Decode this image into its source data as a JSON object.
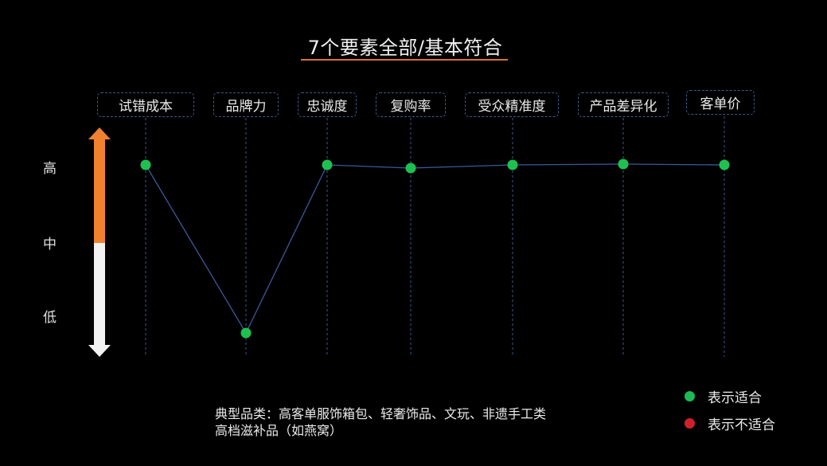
{
  "title": "7个要素全部/基本符合",
  "levels": {
    "high": "高",
    "mid": "中",
    "low": "低"
  },
  "factors": [
    {
      "label": "试错成本",
      "level": "高",
      "fit": true
    },
    {
      "label": "品牌力",
      "level": "低",
      "fit": true
    },
    {
      "label": "忠诚度",
      "level": "高",
      "fit": true
    },
    {
      "label": "复购率",
      "level": "高",
      "fit": true
    },
    {
      "label": "受众精准度",
      "level": "高",
      "fit": true
    },
    {
      "label": "产品差异化",
      "level": "高",
      "fit": true
    },
    {
      "label": "客单价",
      "level": "高",
      "fit": true
    }
  ],
  "footer": {
    "line1": "典型品类：高客单服饰箱包、轻奢饰品、文玩、非遗手工类",
    "line2": "高档滋补品（如燕窝）"
  },
  "legend": {
    "fit": {
      "label": "表示适合",
      "color": "#1db954"
    },
    "unfit": {
      "label": "表示不适合",
      "color": "#d0212b"
    }
  },
  "colors": {
    "accent": "#d9722c",
    "arrow_top": "#f0812f",
    "arrow_bottom": "#f2f2f2",
    "line": "#3a5a9a",
    "dot": "#1ec14f"
  },
  "chart_data": {
    "type": "line",
    "title": "7个要素全部/基本符合",
    "categories": [
      "试错成本",
      "品牌力",
      "忠诚度",
      "复购率",
      "受众精准度",
      "产品差异化",
      "客单价"
    ],
    "y_levels": [
      "低",
      "中",
      "高"
    ],
    "values": [
      "高",
      "低",
      "高",
      "高",
      "高",
      "高",
      "高"
    ],
    "legend": [
      "表示适合",
      "表示不适合"
    ]
  }
}
